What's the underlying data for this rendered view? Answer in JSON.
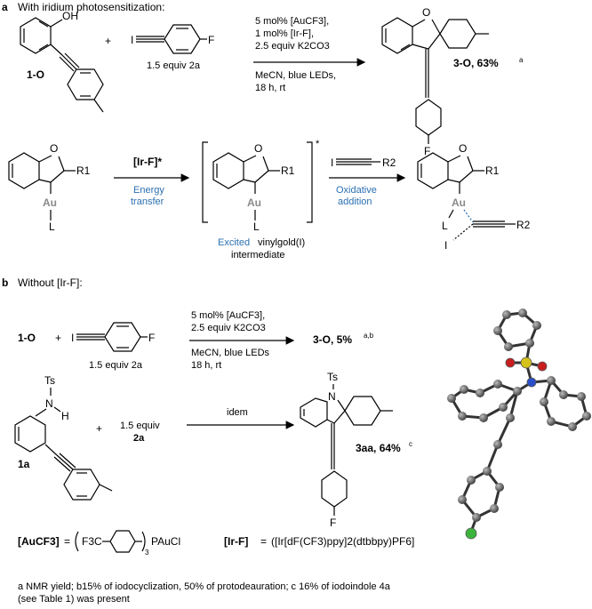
{
  "panel_a": {
    "letter": "a",
    "title": "With iridium photosensitization:",
    "reactant1": "1-O",
    "reactant1_oh": "OH",
    "plus": "+",
    "reactant2_iodo": "I",
    "reactant2_f": "F",
    "reactant2_equiv": "1.5 equiv 2a",
    "conditions_top": [
      "5 mol% [AuCF3],",
      "1 mol% [Ir-F],",
      "2.5 equiv K2CO3"
    ],
    "conditions_bottom": [
      "MeCN, blue LEDs,",
      "18 h, rt"
    ],
    "product_label": "3-O, 63%",
    "product_sup": "a",
    "product_o": "O",
    "product_f": "F",
    "mech_o": "O",
    "mech_r1": "R1",
    "mech_au": "Au",
    "mech_l": "L",
    "ir_label": "[Ir-F]*",
    "energy_transfer": [
      "Energy",
      "transfer"
    ],
    "excited_star": "*",
    "excited_label": [
      "Excited vinylgold(I)",
      "intermediate"
    ],
    "excited_word": "Excited",
    "iodoalkyne_i": "I",
    "iodoalkyne_r2": "R2",
    "oxidative_addition": [
      "Oxidative",
      "addition"
    ],
    "final_i": "I"
  },
  "panel_b": {
    "letter": "b",
    "title": "Without [Ir-F]:",
    "reactant1": "1-O",
    "plus": "+",
    "iodo": "I",
    "f": "F",
    "equiv": "1.5 equiv 2a",
    "conditions_top": [
      "5 mol% [AuCF3],",
      "2.5 equiv K2CO3"
    ],
    "conditions_bottom": [
      "MeCN, blue LEDs",
      "18 h, rt"
    ],
    "result": "3-O, 5%",
    "result_sup": "a,b",
    "ts": "Ts",
    "nh": "N",
    "h": "H",
    "reactant_1a": "1a",
    "plus2": "+",
    "equiv2": [
      "1.5 equiv",
      "2a"
    ],
    "idem": "idem",
    "product_ts": "Ts",
    "product_n": "N",
    "product_label": "3aa, 64%",
    "product_sup": "c",
    "product_f": "F"
  },
  "definitions": {
    "aucf3_label": "[AuCF3]",
    "aucf3_rhs_f3c": "F3C",
    "aucf3_rhs_tail": "PAuCl",
    "aucf3_sub3": "3",
    "irf_label": "[Ir-F]",
    "irf_formula": "([Ir[dF(CF3)ppy]2(dtbbpy)PF6]"
  },
  "footnote": {
    "line1": "a NMR yield; b15% of iodocyclization, 50% of protodeauration; c 16% of iodoindole 4a",
    "line2": "(see Table 1) was present"
  },
  "colors": {
    "blue": "#2a6fb0",
    "gold": "#8a8a8a",
    "sulfur": "#d4c21a",
    "oxygen": "#c81e1e",
    "nitrogen": "#2a4fc8",
    "chlorine": "#3cb43c"
  }
}
